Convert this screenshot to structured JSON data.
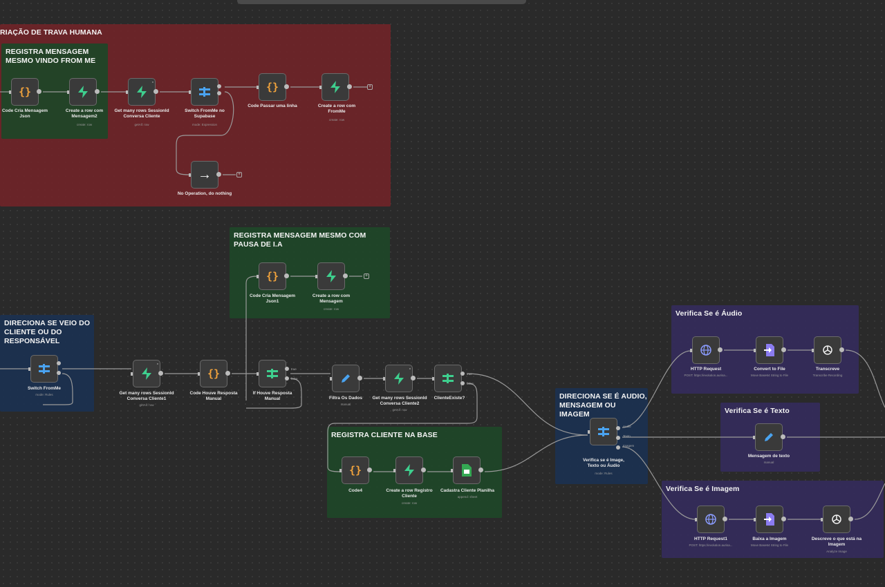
{
  "groups": {
    "trava_humana": "RIAÇÃO DE TRAVA HUMANA",
    "registra_from_me": "REGISTRA MENSAGEM\nMESMO VINDO FROM ME",
    "pausa_ia": "REGISTRA MENSAGEM MESMO COM\nPAUSA DE I.A",
    "direciona_cliente": "DIRECIONA SE VEIO DO\nCLIENTE OU DO\nRESPONSÁVEL",
    "registra_cliente": "REGISTRA CLIENTE NA BASE",
    "direciona_tipo": "DIRECIONA SE É AUDIO,\nMENSAGEM OU\nIMAGEM",
    "verifica_audio": "Verifica Se é Áudio",
    "verifica_texto": "Verifica Se é Texto",
    "verifica_imagem": "Verifica Se é Imagem"
  },
  "nodes": {
    "code_cria": {
      "label": "Code Cria Mensagem\nJson",
      "sub": "",
      "icon": "code-icon"
    },
    "create_row_msg2": {
      "label": "Create a row com\nMensagem2",
      "sub": "create: row",
      "icon": "supabase-icon"
    },
    "get_many_1": {
      "label": "Get many rows SessionId\nConversa Cliente",
      "sub": "getAll: row",
      "icon": "supabase-icon"
    },
    "switch_fromme_supa": {
      "label": "Switch FromMe no\nSupabase",
      "sub": "mode: Expression",
      "icon": "switch-icon"
    },
    "code_passar": {
      "label": "Code Passar uma linha",
      "sub": "",
      "icon": "code-icon"
    },
    "create_row_fromme": {
      "label": "Create a row com\nFromMe",
      "sub": "create: row",
      "icon": "supabase-icon"
    },
    "noop": {
      "label": "No Operation, do nothing",
      "sub": "",
      "icon": "arrow-right-icon"
    },
    "code_cria1": {
      "label": "Code Cria Mensagem\nJson1",
      "sub": "",
      "icon": "code-icon"
    },
    "create_row_msg": {
      "label": "Create a row com\nMensagem",
      "sub": "create: row",
      "icon": "supabase-icon"
    },
    "switch_fromme": {
      "label": "Switch FromMe",
      "sub": "mode: Rules",
      "icon": "switch-icon"
    },
    "get_many_1b": {
      "label": "Get many rows SessionId\nConversa Cliente1",
      "sub": "getAll: row",
      "icon": "supabase-icon"
    },
    "code_houve": {
      "label": "Code Houve Resposta\nManual",
      "sub": "",
      "icon": "code-icon"
    },
    "if_houve": {
      "label": "If Houve Resposta\nManual",
      "sub": "",
      "icon": "switch-icon"
    },
    "filtra": {
      "label": "Filtra Os Dados",
      "sub": "manual",
      "icon": "pencil-icon"
    },
    "get_many_2": {
      "label": "Get many rows SessionId\nConversa Cliente2",
      "sub": "getAll: row",
      "icon": "supabase-icon"
    },
    "cliente_existe": {
      "label": "ClienteExiste?",
      "sub": "",
      "icon": "switch-icon"
    },
    "code4": {
      "label": "Code4",
      "sub": "",
      "icon": "code-icon"
    },
    "create_registro": {
      "label": "Create a row Registro\nCliente",
      "sub": "create: row",
      "icon": "supabase-icon"
    },
    "cadastra": {
      "label": "Cadastra Cliente Planilha",
      "sub": "append: sheet",
      "icon": "sheets-icon"
    },
    "verifica_tipo": {
      "label": "Verifica se é Image,\nTexto ou Áudio",
      "sub": "mode: Rules",
      "icon": "switch-icon"
    },
    "http_request": {
      "label": "HTTP Request",
      "sub": "POST: https://evolution.aurisa...",
      "icon": "globe-icon"
    },
    "convert_file": {
      "label": "Convert to File",
      "sub": "Move Base64 String to File",
      "icon": "file-convert-icon"
    },
    "transcreve": {
      "label": "Transcreve",
      "sub": "Transcribe Recording",
      "icon": "openai-icon"
    },
    "mensagem_texto": {
      "label": "Mensagem de texto",
      "sub": "manual",
      "icon": "pencil-icon"
    },
    "http_request1": {
      "label": "HTTP Request1",
      "sub": "POST: https://evolution.aurisa...",
      "icon": "globe-icon"
    },
    "baixa_imagem": {
      "label": "Baixa a Imagem",
      "sub": "Move Base64 String to File",
      "icon": "file-convert-icon"
    },
    "descreve": {
      "label": "Descreve o que está na\nImagem",
      "sub": "Analyze Image",
      "icon": "openai-icon"
    }
  },
  "outputs": {
    "if_true": "true",
    "if_false": "false",
    "ce_true": "true",
    "ce_false": "false",
    "audio": "Audio",
    "texto": "Texto",
    "imagem": "Imagem"
  },
  "colors": {
    "red_group": "#702428",
    "green_group": "#1e4628",
    "blue_group": "#1b3050",
    "purple_group": "#342b5a",
    "code": "#f0a23c",
    "supabase": "#3ecf8e",
    "switch": "#4aa3f0",
    "pencil": "#4aa3f0",
    "sheets": "#34a853",
    "canvas": "#2a2a2a"
  }
}
